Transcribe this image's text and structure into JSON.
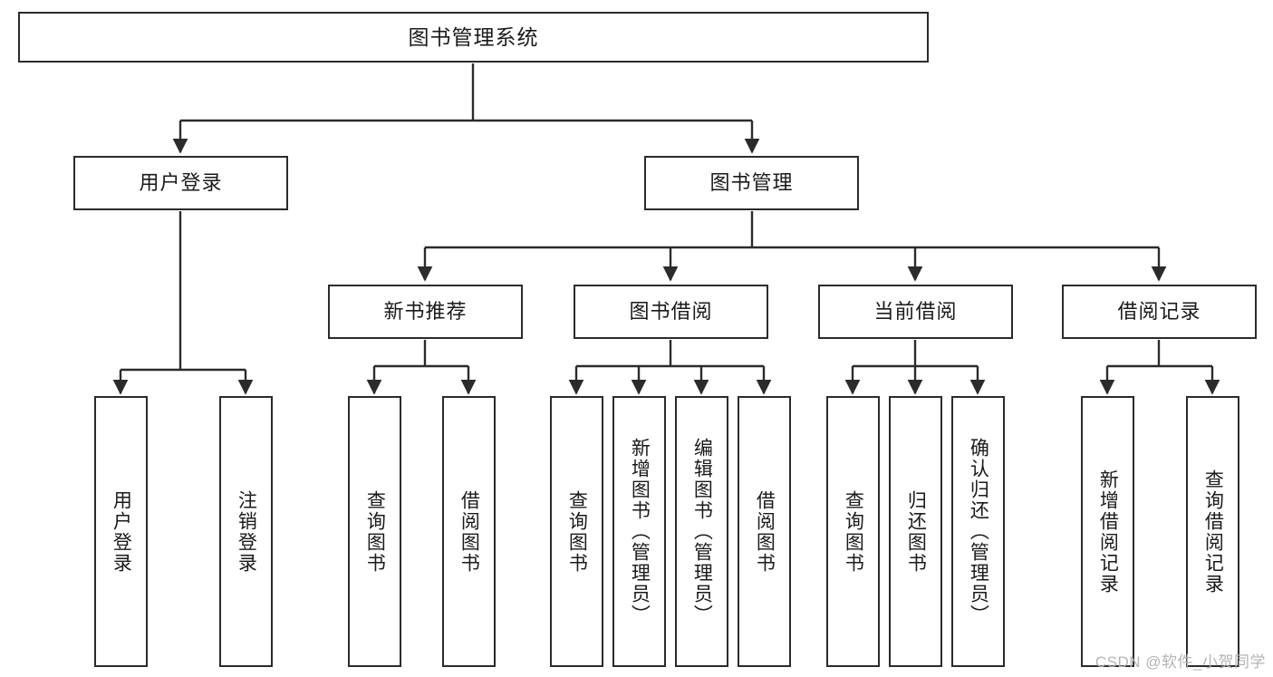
{
  "diagram": {
    "title": "图书管理系统",
    "type": "tree-hierarchy",
    "style": {
      "background": "#ffffff",
      "box_border": "#2b2b2b",
      "box_fill": "#ffffff",
      "connector": "#2b2b2b",
      "text": "#1a1a1a",
      "watermark": "#b4b4b4"
    },
    "root": {
      "label": "图书管理系统"
    },
    "level2": [
      {
        "label": "用户登录"
      },
      {
        "label": "图书管理"
      }
    ],
    "level3": [
      {
        "label": "新书推荐"
      },
      {
        "label": "图书借阅"
      },
      {
        "label": "当前借阅"
      },
      {
        "label": "借阅记录"
      }
    ],
    "leaves": {
      "user_login": [
        {
          "label": "用户登录"
        },
        {
          "label": "注销登录"
        }
      ],
      "new_book_recommend": [
        {
          "label": "查询图书"
        },
        {
          "label": "借阅图书"
        }
      ],
      "book_borrow": [
        {
          "label": "查询图书"
        },
        {
          "label": "新增图书（管理员）"
        },
        {
          "label": "编辑图书（管理员）"
        },
        {
          "label": "借阅图书"
        }
      ],
      "current_borrow": [
        {
          "label": "查询图书"
        },
        {
          "label": "归还图书"
        },
        {
          "label": "确认归还（管理员）"
        }
      ],
      "borrow_record": [
        {
          "label": "新增借阅记录"
        },
        {
          "label": "查询借阅记录"
        }
      ]
    }
  },
  "watermark": {
    "text": "CSDN @软件_小贺同学"
  }
}
